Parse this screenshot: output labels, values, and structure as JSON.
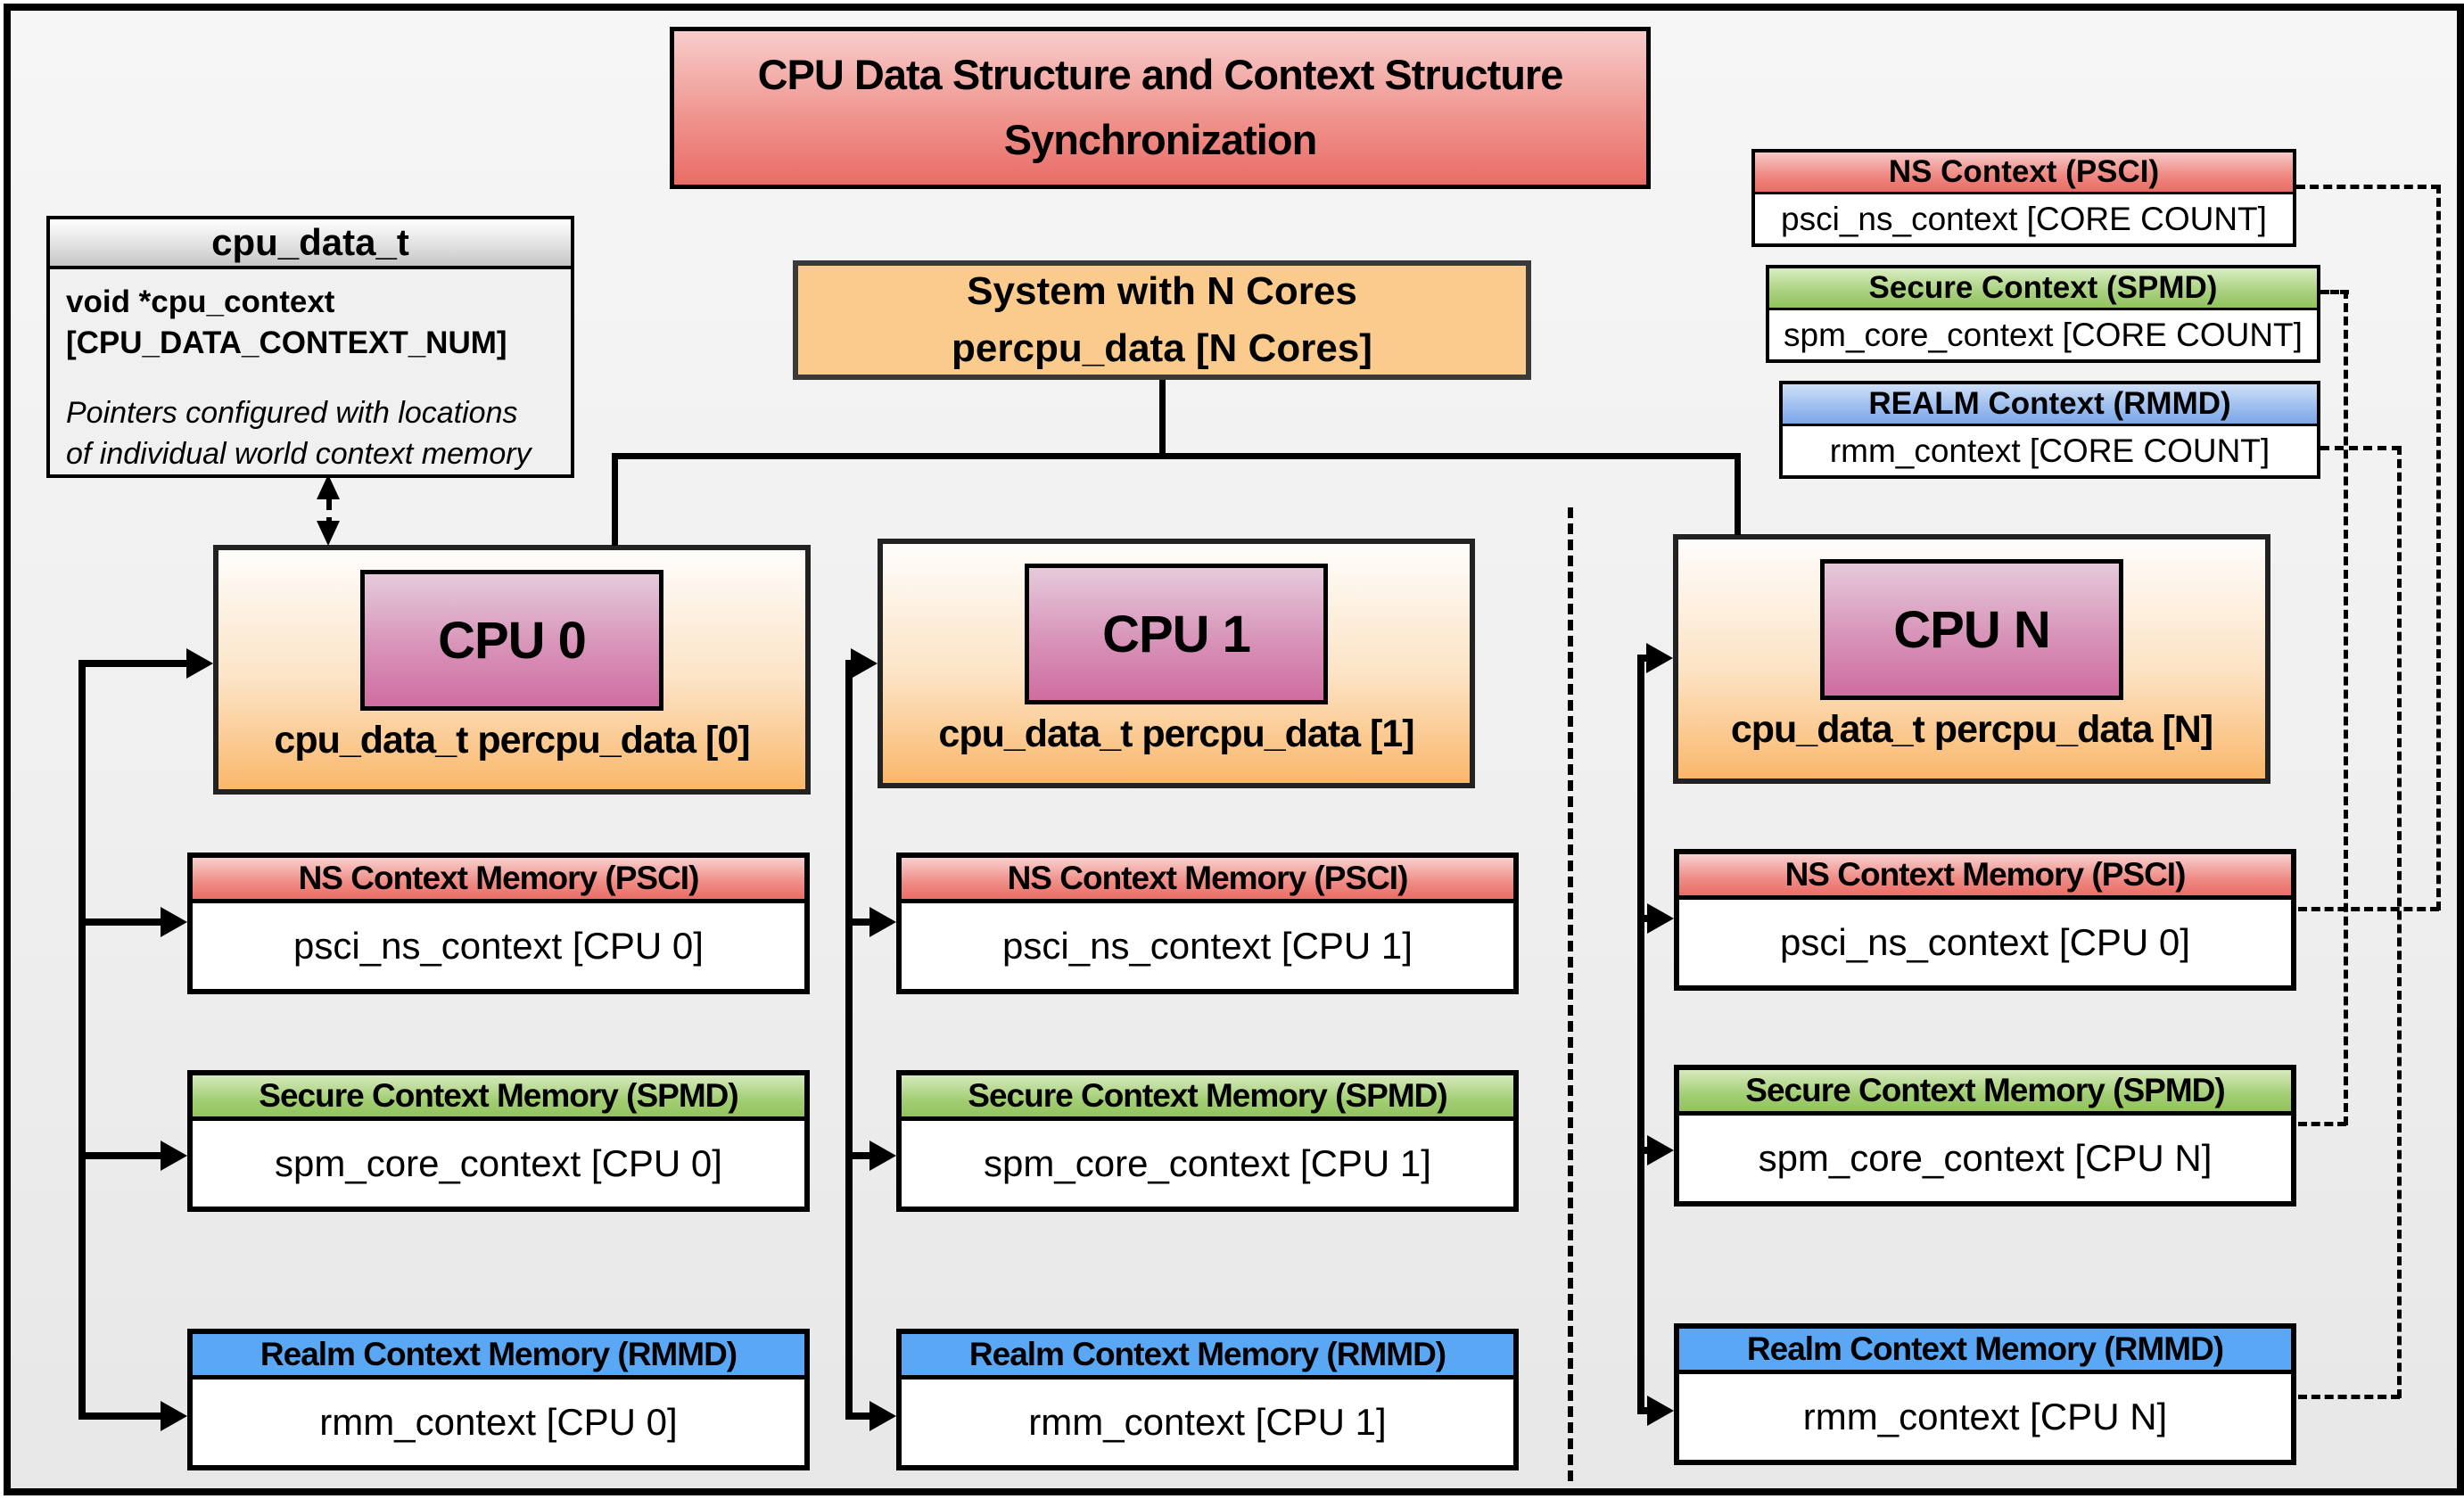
{
  "diagram_title": "CPU Data Structure and Context Structure Synchronization",
  "cpu_data_t_box": {
    "header": "cpu_data_t",
    "field": "void *cpu_context",
    "field_index": "[CPU_DATA_CONTEXT_NUM]",
    "note1": "Pointers configured with locations",
    "note2": "of individual world context memory"
  },
  "system_box": {
    "line1": "System with N Cores",
    "line2": "percpu_data [N Cores]"
  },
  "legend": {
    "ns": {
      "header": "NS Context  (PSCI)",
      "body": "psci_ns_context [CORE COUNT]"
    },
    "secure": {
      "header": "Secure Context (SPMD)",
      "body": "spm_core_context [CORE COUNT]"
    },
    "realm": {
      "header": "REALM Context (RMMD)",
      "body": "rmm_context [CORE COUNT]"
    }
  },
  "columns": [
    {
      "cpu_label": "CPU 0",
      "data_label": "cpu_data_t percpu_data [0]",
      "ns_header": "NS Context Memory (PSCI)",
      "ns_body": "psci_ns_context [CPU 0]",
      "secure_header": "Secure Context Memory (SPMD)",
      "secure_body": "spm_core_context [CPU 0]",
      "realm_header": "Realm Context Memory (RMMD)",
      "realm_body": "rmm_context [CPU 0]"
    },
    {
      "cpu_label": "CPU 1",
      "data_label": "cpu_data_t percpu_data [1]",
      "ns_header": "NS Context Memory (PSCI)",
      "ns_body": "psci_ns_context [CPU 1]",
      "secure_header": "Secure Context Memory (SPMD)",
      "secure_body": "spm_core_context [CPU 1]",
      "realm_header": "Realm Context Memory (RMMD)",
      "realm_body": "rmm_context [CPU 1]"
    },
    {
      "cpu_label": "CPU N",
      "data_label": "cpu_data_t percpu_data [N]",
      "ns_header": "NS Context Memory (PSCI)",
      "ns_body": "psci_ns_context [CPU 0]",
      "secure_header": "Secure Context Memory (SPMD)",
      "secure_body": "spm_core_context [CPU N]",
      "realm_header": "Realm Context Memory (RMMD)",
      "realm_body": "rmm_context [CPU N]"
    }
  ],
  "colors": {
    "title_red_top": "#f7cdcb",
    "title_red_bottom": "#e96c66",
    "system_orange": "#fbcb8e",
    "cpu_gradient_bottom": "#fab76b",
    "cpu_chip_pink": "#cf6da1",
    "ns_red": "#ea6d66",
    "secure_green": "#92c35e",
    "realm_blue": "#5aa8f5",
    "struct_gray": "#c6c6c6",
    "background": "#efefef"
  }
}
